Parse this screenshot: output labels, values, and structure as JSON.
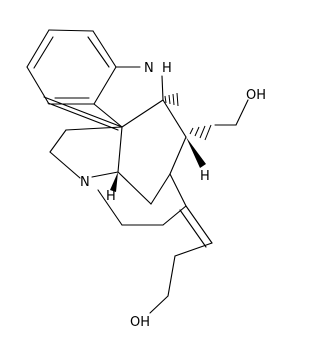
{
  "molecule": {
    "atom_labels": {
      "nh": "N",
      "nh_h": "H",
      "n": "N",
      "oh_top": "OH",
      "oh_bottom": "OH",
      "h_stereo_a": "H",
      "h_stereo_b": "H"
    }
  }
}
